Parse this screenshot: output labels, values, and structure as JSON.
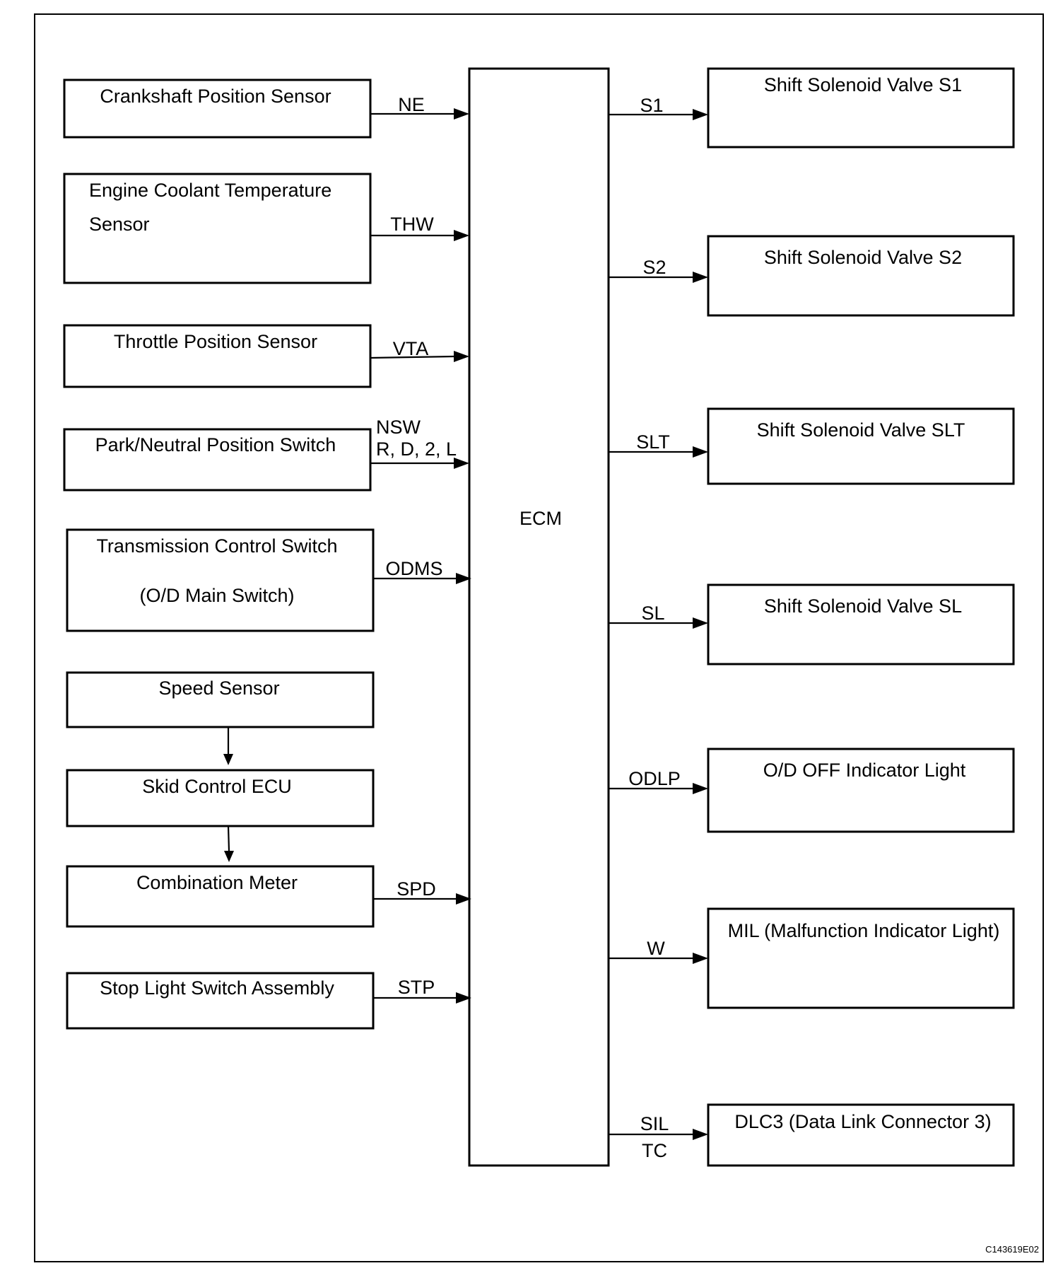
{
  "diagram": {
    "figure_code": "C143619E02",
    "center_block": {
      "label": "ECM"
    },
    "inputs": [
      {
        "id": "crankshaft",
        "lines": [
          "Crankshaft Position Sensor"
        ],
        "signal": [
          "NE"
        ]
      },
      {
        "id": "coolant",
        "lines": [
          "Engine Coolant Temperature",
          "Sensor"
        ],
        "signal": [
          "THW"
        ]
      },
      {
        "id": "throttle",
        "lines": [
          "Throttle Position Sensor"
        ],
        "signal": [
          "VTA"
        ]
      },
      {
        "id": "park-neutral",
        "lines": [
          "Park/Neutral Position Switch"
        ],
        "signal": [
          "NSW",
          "R, D, 2, L"
        ]
      },
      {
        "id": "transmission-control",
        "lines": [
          "Transmission Control Switch",
          "(O/D Main Switch)"
        ],
        "signal": [
          "ODMS"
        ]
      },
      {
        "id": "speed-sensor",
        "lines": [
          "Speed Sensor"
        ],
        "signal": []
      },
      {
        "id": "skid-control",
        "lines": [
          "Skid Control ECU"
        ],
        "signal": []
      },
      {
        "id": "combination-meter",
        "lines": [
          "Combination Meter"
        ],
        "signal": [
          "SPD"
        ]
      },
      {
        "id": "stop-light",
        "lines": [
          "Stop Light Switch Assembly"
        ],
        "signal": [
          "STP"
        ]
      }
    ],
    "outputs": [
      {
        "id": "s1",
        "label": "Shift Solenoid Valve S1",
        "signal": [
          "S1"
        ]
      },
      {
        "id": "s2",
        "label": "Shift Solenoid Valve S2",
        "signal": [
          "S2"
        ]
      },
      {
        "id": "slt",
        "label": "Shift Solenoid Valve SLT",
        "signal": [
          "SLT"
        ]
      },
      {
        "id": "sl",
        "label": "Shift Solenoid Valve SL",
        "signal": [
          "SL"
        ]
      },
      {
        "id": "odlp",
        "label": "O/D OFF Indicator Light",
        "signal": [
          "ODLP"
        ]
      },
      {
        "id": "mil",
        "label": "MIL (Malfunction Indicator Light)",
        "signal": [
          "W"
        ]
      },
      {
        "id": "dlc3",
        "label": "DLC3 (Data Link Connector 3)",
        "signal": [
          "SIL",
          "TC"
        ]
      }
    ]
  }
}
